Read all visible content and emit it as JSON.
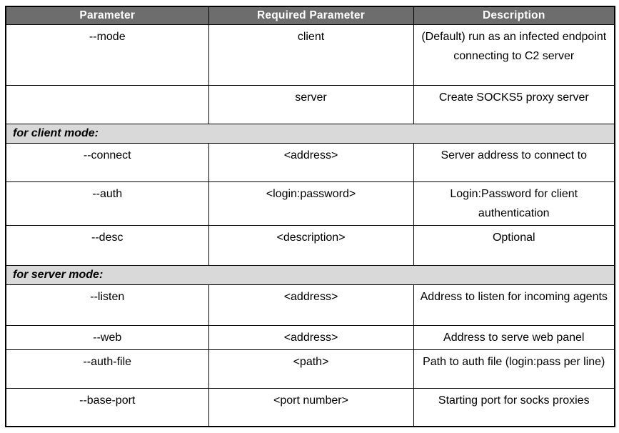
{
  "table": {
    "columns": [
      "Parameter",
      "Required Parameter",
      "Description"
    ],
    "rows": [
      {
        "type": "data",
        "cells": [
          "--mode",
          "client",
          "(Default) run as an infected endpoint connecting to C2 server"
        ]
      },
      {
        "type": "data",
        "cells": [
          "",
          "server",
          "Create SOCKS5 proxy server"
        ]
      },
      {
        "type": "section",
        "label": "for client mode:"
      },
      {
        "type": "data",
        "cells": [
          "--connect",
          "<address>",
          "Server address to connect to"
        ]
      },
      {
        "type": "data",
        "cells": [
          "--auth",
          "<login:password>",
          "Login:Password for client authentication"
        ]
      },
      {
        "type": "data",
        "cells": [
          "--desc",
          "<description>",
          "Optional"
        ]
      },
      {
        "type": "section",
        "label": "for server mode:"
      },
      {
        "type": "data",
        "cells": [
          "--listen",
          "<address>",
          "Address to listen for incoming agents"
        ]
      },
      {
        "type": "data",
        "cells": [
          "--web",
          "<address>",
          "Address to serve web panel"
        ]
      },
      {
        "type": "data",
        "cells": [
          "--auth-file",
          "<path>",
          "Path to auth file (login:pass per line)"
        ]
      },
      {
        "type": "data",
        "cells": [
          "--base-port",
          "<port number>",
          "Starting port for socks proxies"
        ]
      }
    ],
    "colors": {
      "header_bg": "#6d6d6d",
      "header_text": "#ffffff",
      "section_bg": "#d9d9d9",
      "border": "#000000"
    }
  }
}
